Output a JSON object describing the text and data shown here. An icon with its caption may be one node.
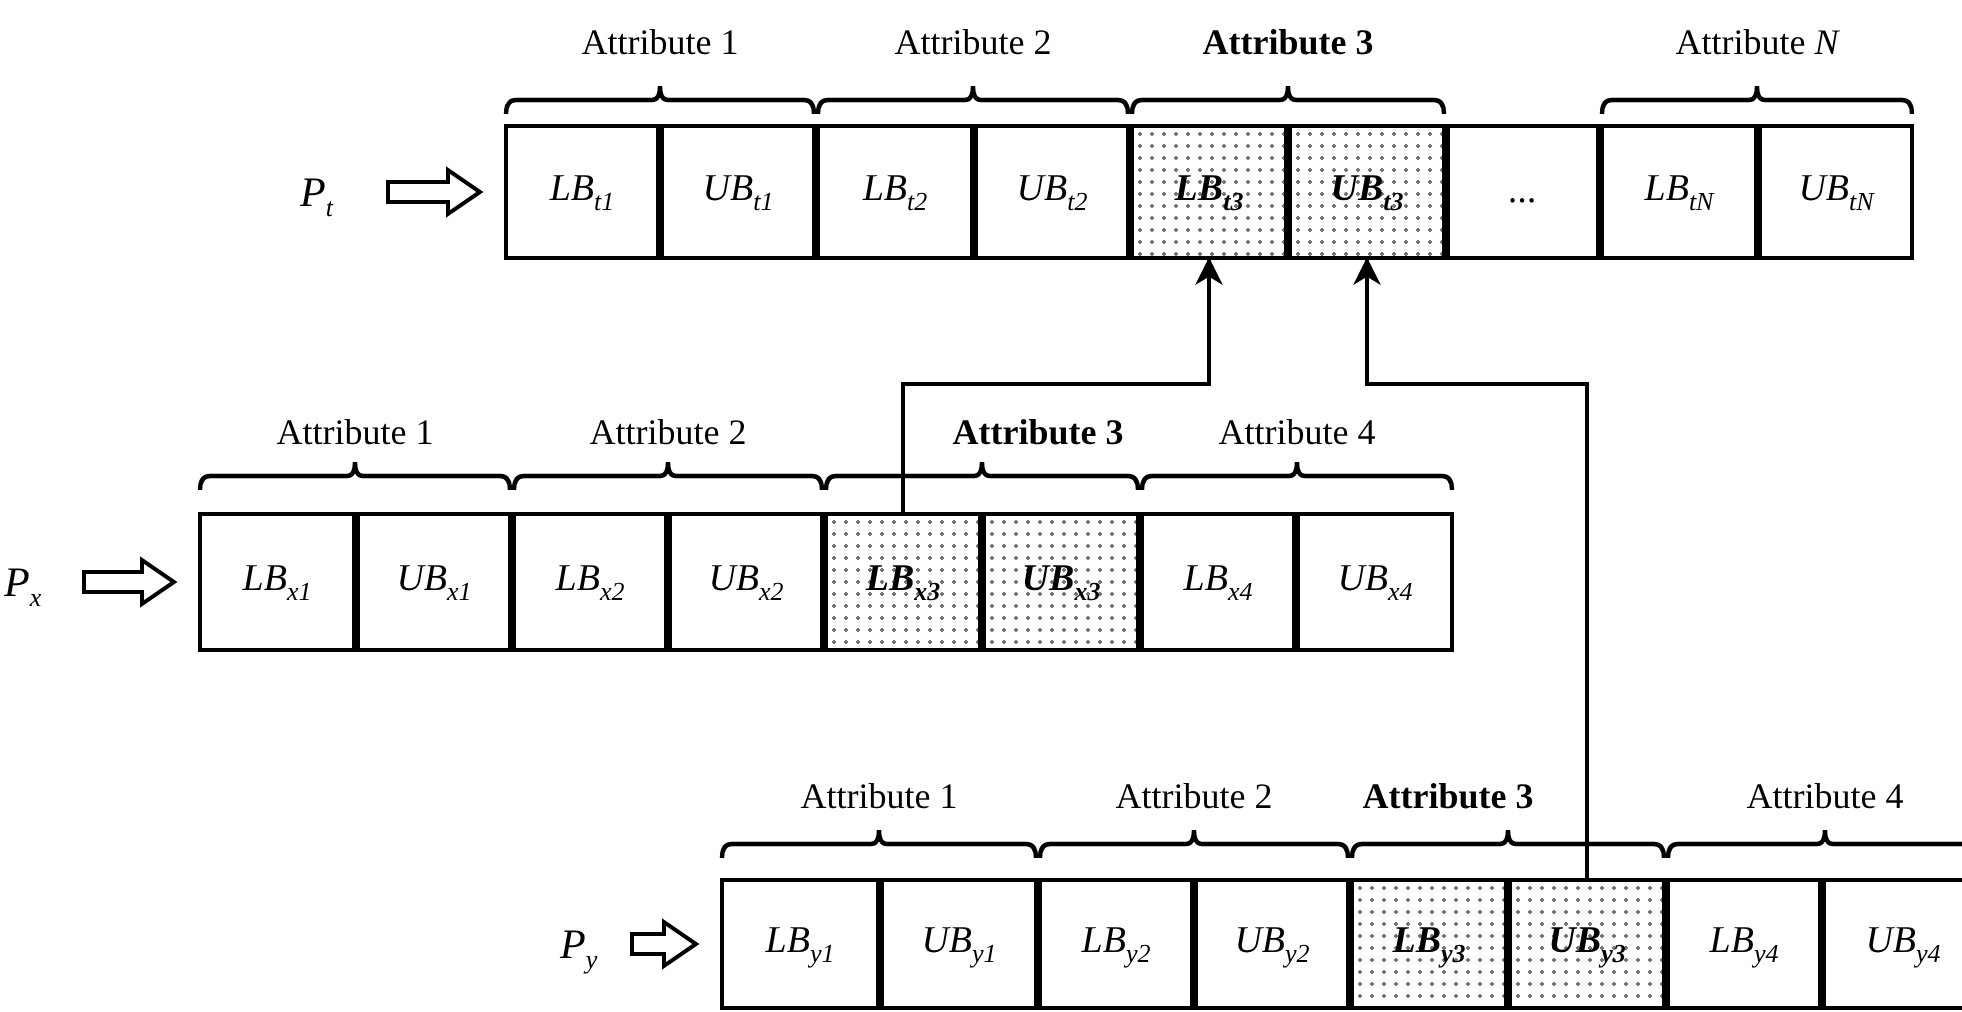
{
  "diagram": {
    "nodes": [
      {
        "text": [
          "P$_{t}$"
        ]
      },
      {
        "text": [
          "Attribute 1",
          "Attribute 2",
          "Attribute 3",
          "Attribute *N*"
        ]
      },
      {
        "text": [
          "LB$_{t1}$"
        ],
        "in": 1
      },
      {
        "text": [
          "UB$_{t1}$"
        ],
        "in": 1
      },
      {
        "text": [
          "LB$_{t2}$"
        ],
        "in": 1
      },
      {
        "text": [
          "UB$_{t2}$"
        ],
        "in": 1
      },
      {
        "text": [
          "LB$_{t3}$"
        ],
        "in": 1
      },
      {
        "text": [
          "UB$_{t3}$"
        ],
        "in": 1
      },
      {
        "text": [
          "..."
        ],
        "in": 1
      },
      {
        "text": [
          "LB$_{tN}$"
        ],
        "in": 1
      },
      {
        "text": [
          "UB$_{tN}$"
        ],
        "in": 1
      },
      {
        "text": [
          "P$_{x}$"
        ]
      },
      {
        "text": [
          "Attribute 1",
          "Attribute 2",
          "Attribute 3",
          "Attribute 4"
        ]
      },
      {
        "text": [
          "LB$_{x1}$"
        ],
        "in": 12
      },
      {
        "text": [
          "UB$_{x1}$"
        ],
        "in": 12
      },
      {
        "text": [
          "LB$_{x2}$"
        ],
        "in": 12
      },
      {
        "text": [
          "UB$_{x2}$"
        ],
        "in": 12
      },
      {
        "text": [
          "LB$_{x3}$"
        ],
        "in": 12
      },
      {
        "text": [
          "UB$_{x3}$"
        ],
        "in": 12
      },
      {
        "text": [
          "LB$_{x4}$"
        ],
        "in": 12
      },
      {
        "text": [
          "UB$_{x4}$"
        ],
        "in": 12
      },
      {
        "text": [
          "P$_{y}$"
        ]
      },
      {
        "text": [
          "Attribute 1",
          "Attribute 2",
          "Attribute 3",
          "Attribute 4"
        ]
      },
      {
        "text": [
          "LB$_{y1}$"
        ],
        "in": 22
      },
      {
        "text": [
          "UB$_{y1}$"
        ],
        "in": 22
      },
      {
        "text": [
          "LB$_{y2}$"
        ],
        "in": 22
      },
      {
        "text": [
          "UB$_{y2}$"
        ],
        "in": 22
      },
      {
        "text": [
          "LB$_{y3}$"
        ],
        "in": 22
      },
      {
        "text": [
          "UB$_{y3}$"
        ],
        "in": 22
      },
      {
        "text": [
          "LB$_{y4}$"
        ],
        "in": 22
      },
      {
        "text": [
          "UB$_{y4}$"
        ],
        "in": 22
      }
    ],
    "edges": [
      {
        "from": 0,
        "to": 1,
        "arrow": "to",
        "style": "thick"
      },
      {
        "from": 11,
        "to": 12,
        "arrow": "to",
        "style": "thick"
      },
      {
        "from": 21,
        "to": 22,
        "arrow": "to",
        "style": "thick"
      },
      {
        "from": 17,
        "to": 6,
        "arrow": "to"
      },
      {
        "from": 28,
        "to": 7,
        "arrow": "to"
      }
    ]
  }
}
